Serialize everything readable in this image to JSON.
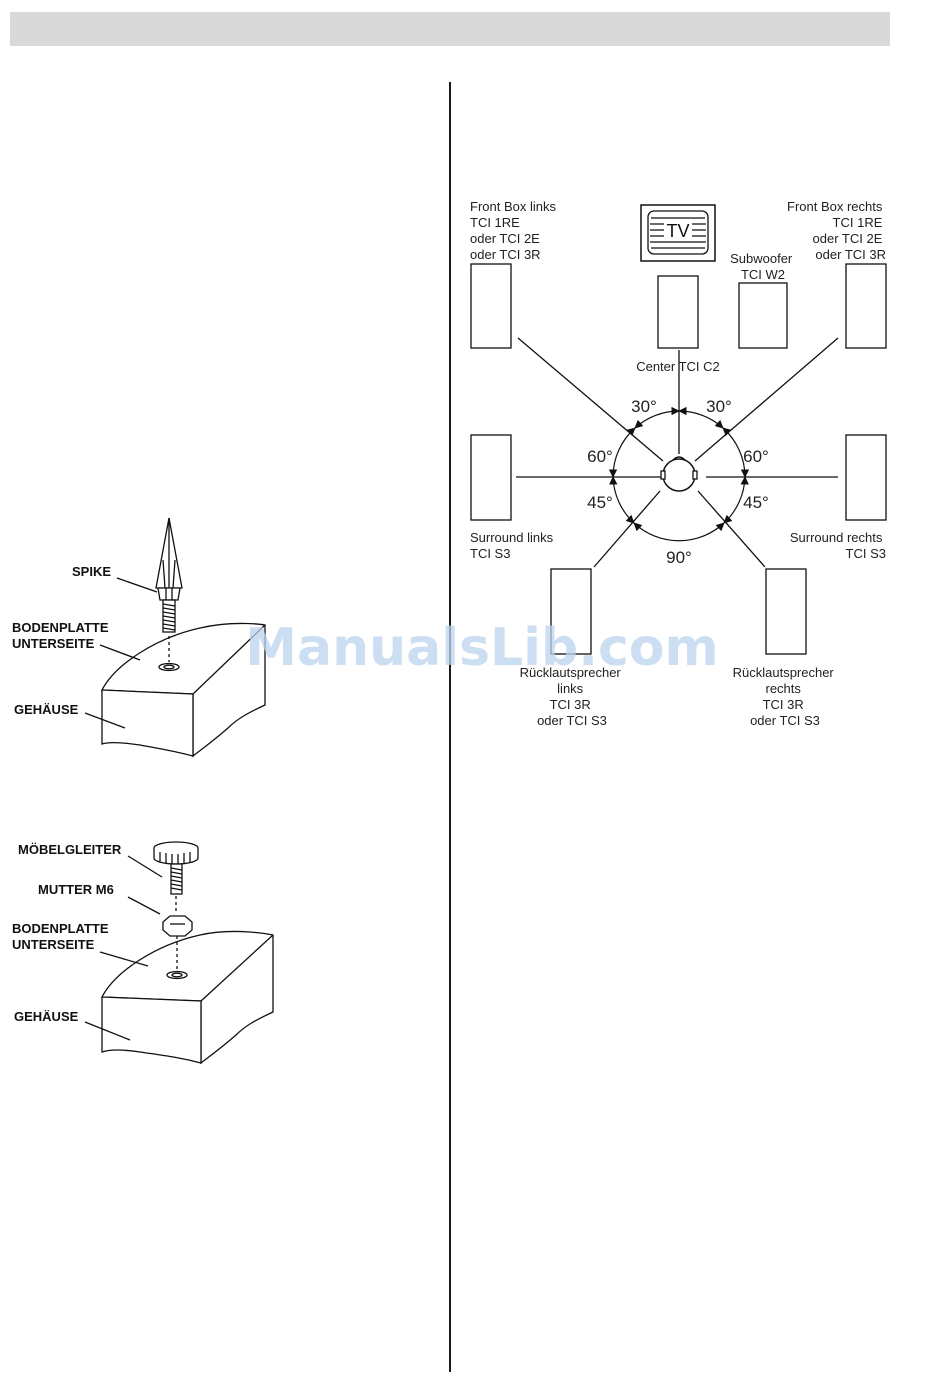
{
  "layout_diagram": {
    "front_left": [
      "Front Box links",
      "TCI 1RE",
      "oder TCI 2E",
      "oder TCI 3R"
    ],
    "front_right": [
      "Front Box rechts",
      "TCI 1RE",
      "oder TCI 2E",
      "oder TCI 3R"
    ],
    "tv_label": "TV",
    "subwoofer": [
      "Subwoofer",
      "TCI W2"
    ],
    "center": "Center TCI C2",
    "surround_left": [
      "Surround links",
      "TCI S3"
    ],
    "surround_right": [
      "Surround rechts",
      "TCI S3"
    ],
    "rear_left": [
      "Rücklautsprecher",
      "links",
      "TCI 3R",
      "oder TCI S3"
    ],
    "rear_right": [
      "Rücklautsprecher",
      "rechts",
      "TCI 3R",
      "oder TCI S3"
    ],
    "angles": {
      "front_left": "30°",
      "front_right": "30°",
      "side_left": "60°",
      "side_right": "60°",
      "rear_left": "45°",
      "rear_right": "45°",
      "rear": "90°"
    }
  },
  "spike_figure": {
    "spike": "SPIKE",
    "bottom_plate": [
      "BODENPLATTE",
      "UNTERSEITE"
    ],
    "housing": "GEHÄUSE"
  },
  "glider_figure": {
    "glider": "MÖBELGLEITER",
    "nut": "MUTTER M6",
    "bottom_plate": [
      "BODENPLATTE",
      "UNTERSEITE"
    ],
    "housing": "GEHÄUSE"
  },
  "watermark": "ManualsLib.com"
}
